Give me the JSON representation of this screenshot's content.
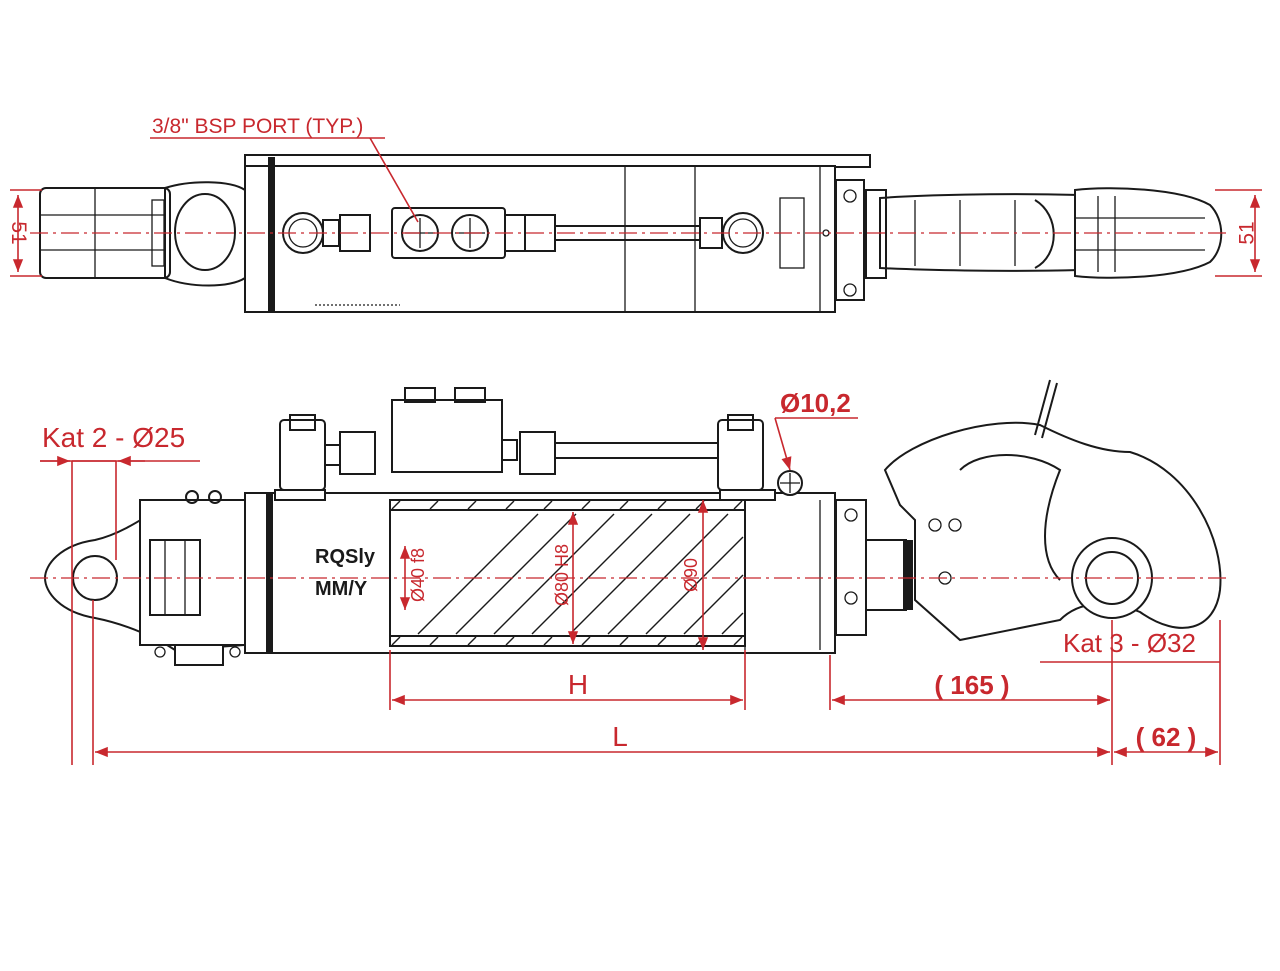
{
  "annotations": {
    "port_note": "3/8\" BSP PORT (TYP.)",
    "width_top_left": "51",
    "width_top_right": "51",
    "kat2": "Kat 2 - Ø25",
    "hole_dia": "Ø10,2",
    "kat3": "Kat 3 - Ø32",
    "rod_dia": "Ø40 f8",
    "bore_dia": "Ø80 H8",
    "tube_dia": "Ø90",
    "stroke": "H",
    "hook_len": "( 165 )",
    "overall_len": "L",
    "hook_offset": "( 62 )"
  },
  "markings": {
    "brand": "RQSly",
    "model": "MM/Y"
  },
  "colors": {
    "dimension": "#c8282e",
    "outline": "#1a1a1a"
  }
}
